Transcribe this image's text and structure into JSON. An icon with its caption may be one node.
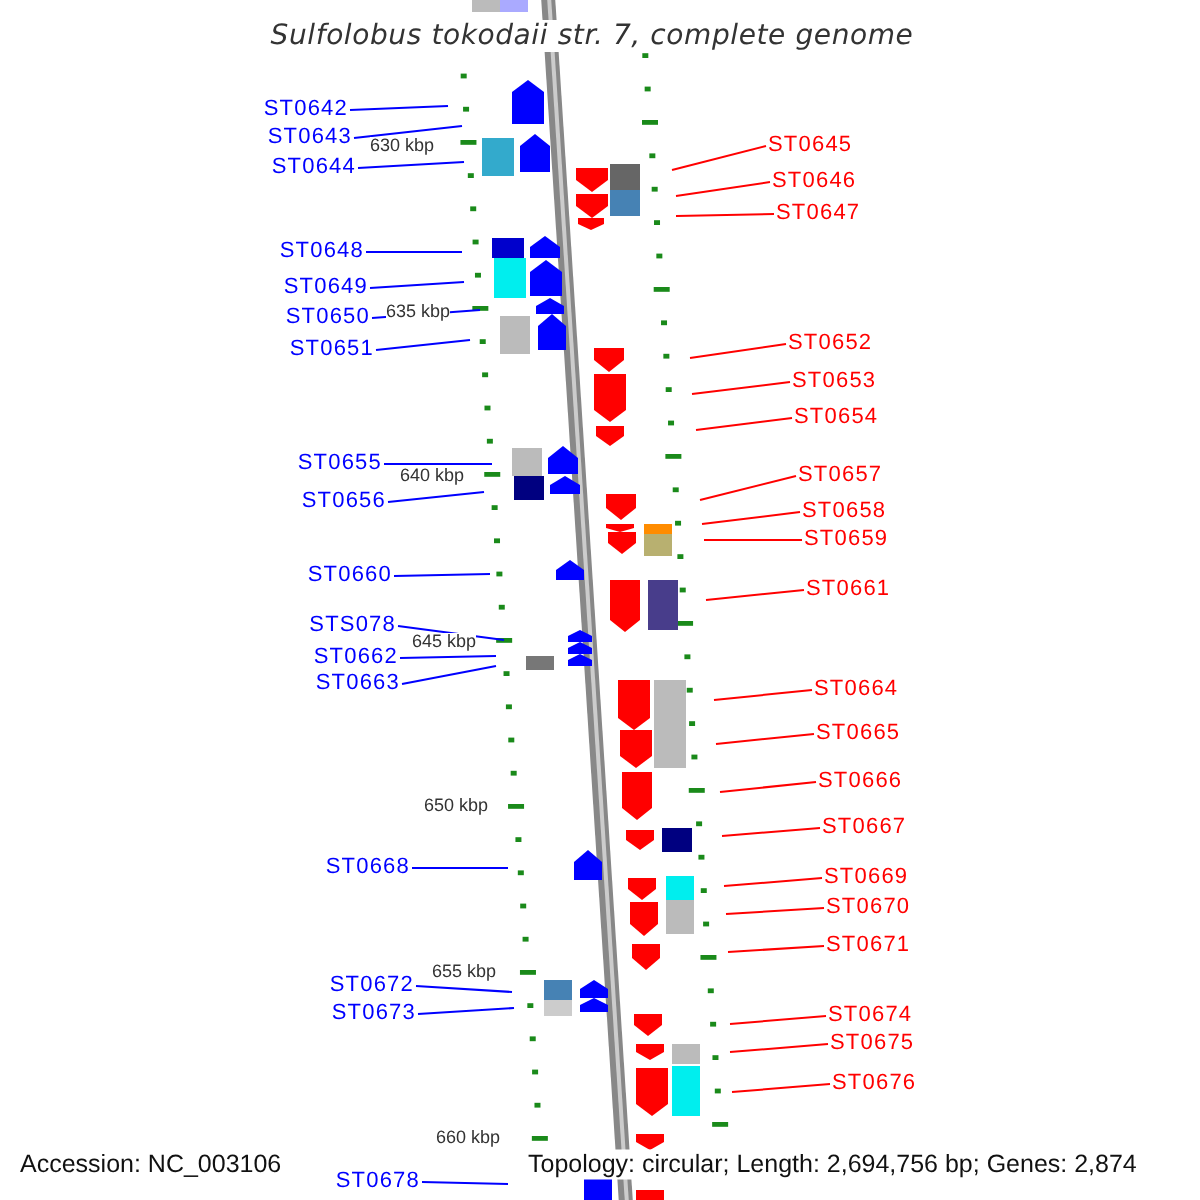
{
  "diagram": {
    "title": "Sulfolobus tokodaii str. 7, complete genome",
    "nodes": [
      {
        "text": [
          "ST0642"
        ]
      },
      {
        "text": [
          "ST0643"
        ]
      },
      {
        "text": [
          "ST0645"
        ]
      },
      {
        "text": [
          "ST0644"
        ]
      },
      {
        "text": [
          "ST0646"
        ]
      },
      {
        "text": [
          "ST0647"
        ]
      },
      {
        "text": [
          "ST0648"
        ]
      },
      {
        "text": [
          "ST0649"
        ]
      },
      {
        "text": [
          "ST0650"
        ]
      },
      {
        "text": [
          "ST0652"
        ]
      },
      {
        "text": [
          "ST0651"
        ]
      },
      {
        "text": [
          "ST0653"
        ]
      },
      {
        "text": [
          "ST0654"
        ]
      },
      {
        "text": [
          "ST0655"
        ]
      },
      {
        "text": [
          "ST0657"
        ]
      },
      {
        "text": [
          "ST0656"
        ]
      },
      {
        "text": [
          "ST0658"
        ]
      },
      {
        "text": [
          "ST0659"
        ]
      },
      {
        "text": [
          "ST0660"
        ]
      },
      {
        "text": [
          "ST0661"
        ]
      },
      {
        "text": [
          "STS078"
        ]
      },
      {
        "text": [
          "ST0662"
        ]
      },
      {
        "text": [
          "ST0663"
        ]
      },
      {
        "text": [
          "ST0664"
        ]
      },
      {
        "text": [
          "ST0665"
        ]
      },
      {
        "text": [
          "ST0666"
        ]
      },
      {
        "text": [
          "ST0667"
        ]
      },
      {
        "text": [
          "ST0668"
        ]
      },
      {
        "text": [
          "ST0669"
        ]
      },
      {
        "text": [
          "ST0670"
        ]
      },
      {
        "text": [
          "ST0671"
        ]
      },
      {
        "text": [
          "ST0672"
        ]
      },
      {
        "text": [
          "ST0673"
        ]
      },
      {
        "text": [
          "ST0674"
        ]
      },
      {
        "text": [
          "ST0675"
        ]
      },
      {
        "text": [
          "ST0676"
        ]
      },
      {
        "text": [
          "ST0678"
        ]
      }
    ],
    "edges": [
      {
        "from": 0,
        "to": null,
        "arrow": "none",
        "color": "#0000ff"
      },
      {
        "from": 1,
        "to": null,
        "arrow": "none",
        "color": "#0000ff"
      },
      {
        "from": 2,
        "to": null,
        "arrow": "none"
      },
      {
        "from": 3,
        "to": null,
        "arrow": "none",
        "color": "#0000ff"
      },
      {
        "from": 4,
        "to": null,
        "arrow": "none"
      },
      {
        "from": 5,
        "to": null,
        "arrow": "none"
      },
      {
        "from": 6,
        "to": null,
        "arrow": "none",
        "color": "#0000ff"
      },
      {
        "from": 7,
        "to": null,
        "arrow": "none",
        "color": "#0000ff"
      },
      {
        "from": 8,
        "to": null,
        "arrow": "none",
        "color": "#0000ff"
      },
      {
        "from": 9,
        "to": null,
        "arrow": "none"
      },
      {
        "from": 10,
        "to": null,
        "arrow": "none",
        "color": "#0000ff"
      },
      {
        "from": 11,
        "to": null,
        "arrow": "none"
      },
      {
        "from": 12,
        "to": null,
        "arrow": "none"
      },
      {
        "from": 13,
        "to": null,
        "arrow": "none",
        "color": "#0000ff"
      },
      {
        "from": 14,
        "to": null,
        "arrow": "none"
      },
      {
        "from": 15,
        "to": null,
        "arrow": "none",
        "color": "#0000ff"
      },
      {
        "from": 16,
        "to": null,
        "arrow": "none"
      },
      {
        "from": 17,
        "to": null,
        "arrow": "none"
      },
      {
        "from": 18,
        "to": null,
        "arrow": "none",
        "color": "#0000ff"
      },
      {
        "from": 19,
        "to": null,
        "arrow": "none"
      },
      {
        "from": 20,
        "to": null,
        "arrow": "none",
        "color": "#0000ff"
      },
      {
        "from": 21,
        "to": null,
        "arrow": "none",
        "color": "#0000ff"
      },
      {
        "from": 22,
        "to": null,
        "arrow": "none",
        "color": "#0000ff"
      },
      {
        "from": 23,
        "to": null,
        "arrow": "none"
      },
      {
        "from": 24,
        "to": null,
        "arrow": "none"
      },
      {
        "from": 25,
        "to": null,
        "arrow": "none"
      },
      {
        "from": 26,
        "to": null,
        "arrow": "none"
      },
      {
        "from": 27,
        "to": null,
        "arrow": "none",
        "color": "#0000ff"
      },
      {
        "from": 28,
        "to": null,
        "arrow": "none"
      },
      {
        "from": 29,
        "to": null,
        "arrow": "none"
      },
      {
        "from": 30,
        "to": null,
        "arrow": "none"
      },
      {
        "from": 31,
        "to": null,
        "arrow": "none",
        "color": "#0000ff"
      },
      {
        "from": 32,
        "to": null,
        "arrow": "none",
        "color": "#0000ff"
      },
      {
        "from": 33,
        "to": null,
        "arrow": "none"
      },
      {
        "from": 34,
        "to": null,
        "arrow": "none"
      },
      {
        "from": 35,
        "to": null,
        "arrow": "none"
      },
      {
        "from": 36,
        "to": null,
        "arrow": "none",
        "color": "#0000ff"
      }
    ],
    "labels": [
      "630 kbp",
      "635 kbp",
      "640 kbp",
      "645 kbp",
      "650 kbp",
      "655 kbp",
      "660 kbp",
      "Accession: NC_003106",
      "Topology: circular; Length: 2,694,756 bp; Genes: 2,874"
    ]
  }
}
